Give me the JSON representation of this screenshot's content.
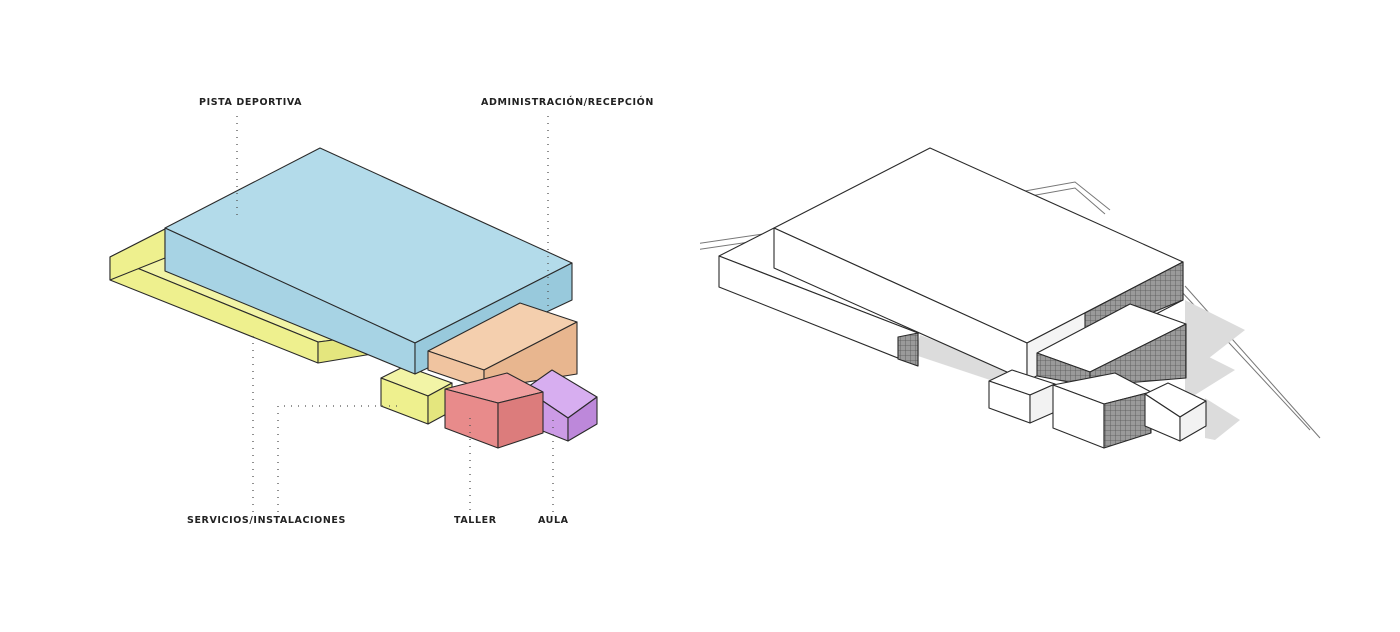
{
  "diagram": {
    "labels": {
      "sports_court": "PISTA DEPORTIVA",
      "administration": "ADMINISTRACIÓN/RECEPCIÓN",
      "services": "SERVICIOS/INSTALACIONES",
      "workshop": "TALLER",
      "classroom": "AULA"
    },
    "colors": {
      "sports_court": "#a7d3e4",
      "administration": "#f0c4a0",
      "services": "#eef08e",
      "workshop": "#e88b8b",
      "classroom": "#cc9be6",
      "outline": "#2a2a2a",
      "leader_line": "#555555"
    }
  }
}
